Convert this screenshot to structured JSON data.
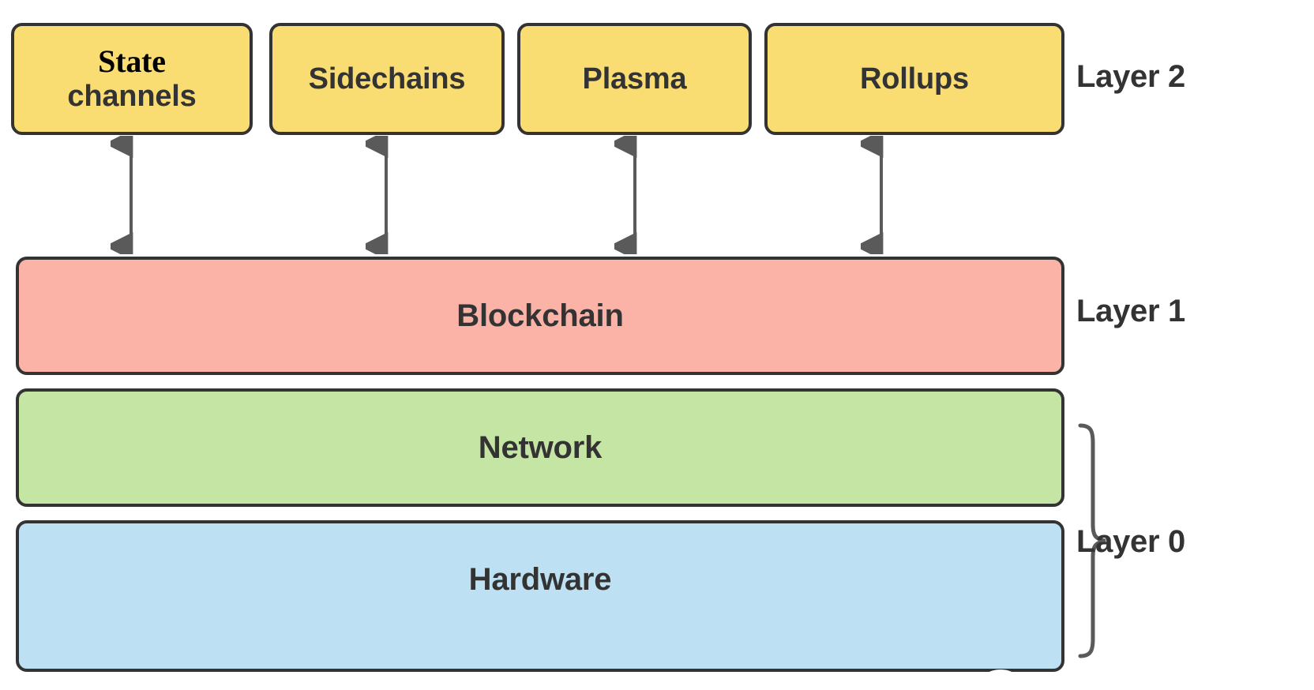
{
  "diagram": {
    "title": "Blockchain layer architecture",
    "background_color": "#ffffff",
    "stroke_color": "#333333",
    "arrow_color": "#5a5a5a",
    "layer2_boxes": [
      {
        "id": "state-channels",
        "line1": "State",
        "line2": "channels",
        "color": "#f9dc72"
      },
      {
        "id": "sidechains",
        "label": "Sidechains",
        "color": "#f9dc72"
      },
      {
        "id": "plasma",
        "label": "Plasma",
        "color": "#f9dc72"
      },
      {
        "id": "rollups",
        "label": "Rollups",
        "color": "#f9dc72"
      }
    ],
    "stack_boxes": [
      {
        "id": "blockchain",
        "label": "Blockchain",
        "color": "#fbb3a8"
      },
      {
        "id": "network",
        "label": "Network",
        "color": "#c5e5a4"
      },
      {
        "id": "hardware",
        "label": "Hardware",
        "color": "#bde0f3"
      }
    ],
    "layer_labels": [
      {
        "id": "layer-2",
        "label": "Layer 2"
      },
      {
        "id": "layer-1",
        "label": "Layer 1"
      },
      {
        "id": "layer-0",
        "label": "Layer 0"
      }
    ],
    "connectors": {
      "count": 4,
      "style": "double-headed-vertical-arrow",
      "color": "#5a5a5a"
    },
    "brace": {
      "id": "layer-0-brace",
      "orientation": "right-facing",
      "spans": [
        "network",
        "hardware"
      ]
    }
  }
}
